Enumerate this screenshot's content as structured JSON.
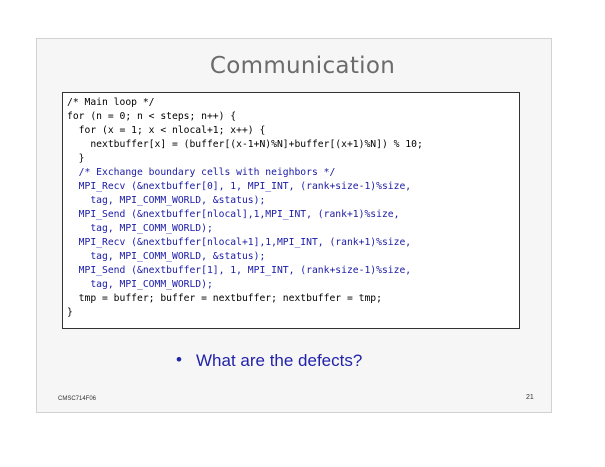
{
  "slide": {
    "title": "Communication",
    "code_lines": [
      {
        "text": "/* Main loop */",
        "kind": "code"
      },
      {
        "text": "for (n = 0; n < steps; n++) {",
        "kind": "code"
      },
      {
        "text": "  for (x = 1; x < nlocal+1; x++) {",
        "kind": "code"
      },
      {
        "text": "    nextbuffer[x] = (buffer[(x-1+N)%N]+buffer[(x+1)%N]) % 10;",
        "kind": "code"
      },
      {
        "text": "  }",
        "kind": "code"
      },
      {
        "text": "  /* Exchange boundary cells with neighbors */",
        "kind": "comment"
      },
      {
        "text": "  MPI_Recv (&nextbuffer[0], 1, MPI_INT, (rank+size-1)%size,",
        "kind": "mpi"
      },
      {
        "text": "    tag, MPI_COMM_WORLD, &status);",
        "kind": "mpi"
      },
      {
        "text": "  MPI_Send (&nextbuffer[nlocal],1,MPI_INT, (rank+1)%size,",
        "kind": "mpi"
      },
      {
        "text": "    tag, MPI_COMM_WORLD);",
        "kind": "mpi"
      },
      {
        "text": "  MPI_Recv (&nextbuffer[nlocal+1],1,MPI_INT, (rank+1)%size,",
        "kind": "mpi"
      },
      {
        "text": "    tag, MPI_COMM_WORLD, &status);",
        "kind": "mpi"
      },
      {
        "text": "  MPI_Send (&nextbuffer[1], 1, MPI_INT, (rank+size-1)%size,",
        "kind": "mpi"
      },
      {
        "text": "    tag, MPI_COMM_WORLD);",
        "kind": "mpi"
      },
      {
        "text": "  tmp = buffer; buffer = nextbuffer; nextbuffer = tmp;",
        "kind": "code"
      },
      {
        "text": "}",
        "kind": "code"
      }
    ],
    "bullet": {
      "marker": "•",
      "text": "What are the defects?"
    },
    "footer": {
      "course": "CMSC714F06",
      "page_number": "21"
    }
  },
  "colors": {
    "title": "#6b6b6b",
    "code": "#000000",
    "comment": "#1a1aa6",
    "bullet": "#2222aa",
    "slide_background": "#f6f6f6"
  }
}
